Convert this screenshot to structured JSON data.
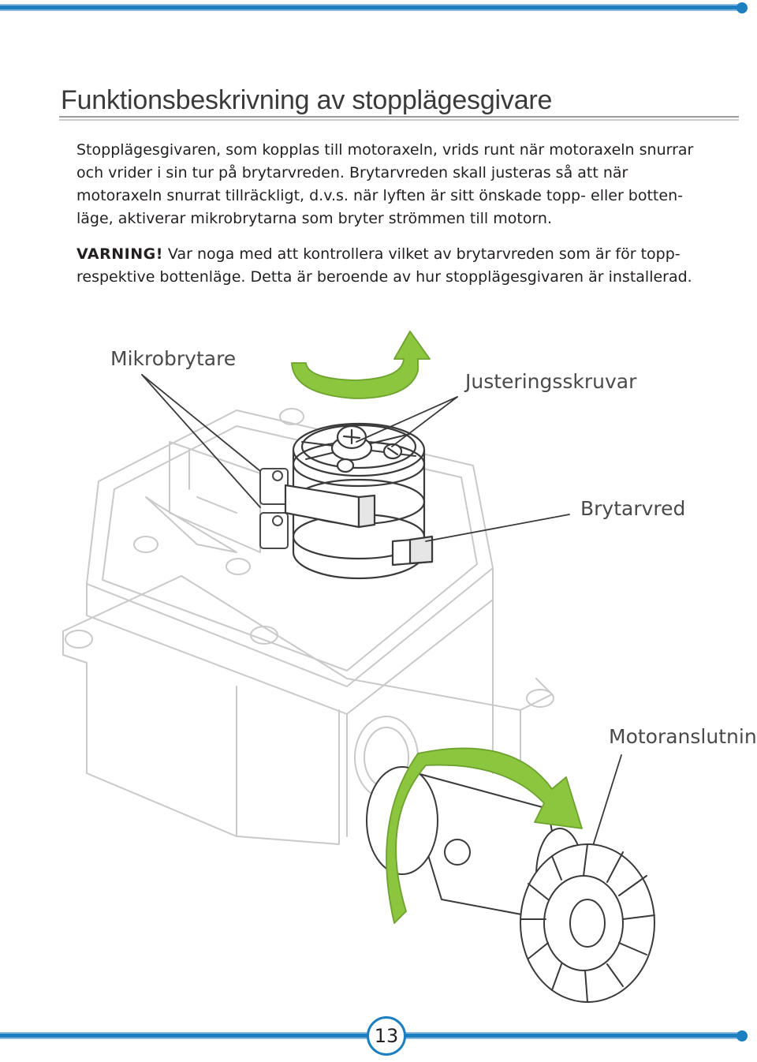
{
  "page": {
    "title": "Funktionsbeskrivning av stopplägesgivare",
    "paragraph1": "Stopplägesgivaren, som kopplas till motoraxeln, vrids runt när motoraxeln snurrar och vrider i sin tur på brytarvreden. Brytarvreden skall justeras så att när motoraxeln snurrat tillräckligt, d.v.s. när lyften är sitt önskade topp- eller botten­läge, aktiverar mikrobrytarna som bryter strömmen till motorn.",
    "warning_label": "VARNING!",
    "warning_text": " Var noga med att kontrollera vilket av brytarvreden som är för topp- respektive bottenläge. Detta är beroende av hur stopplägesgivaren är installerad.",
    "page_number": "13"
  },
  "figure": {
    "labels": {
      "microswitch": "Mikrobrytare",
      "adjust_screws": "Justeringsskruvar",
      "switch_cam": "Brytarvred",
      "motor_connection": "Motoranslutning"
    }
  },
  "colors": {
    "accent_blue": "#1b7fc0",
    "arrow_green": "#8cc63f"
  }
}
